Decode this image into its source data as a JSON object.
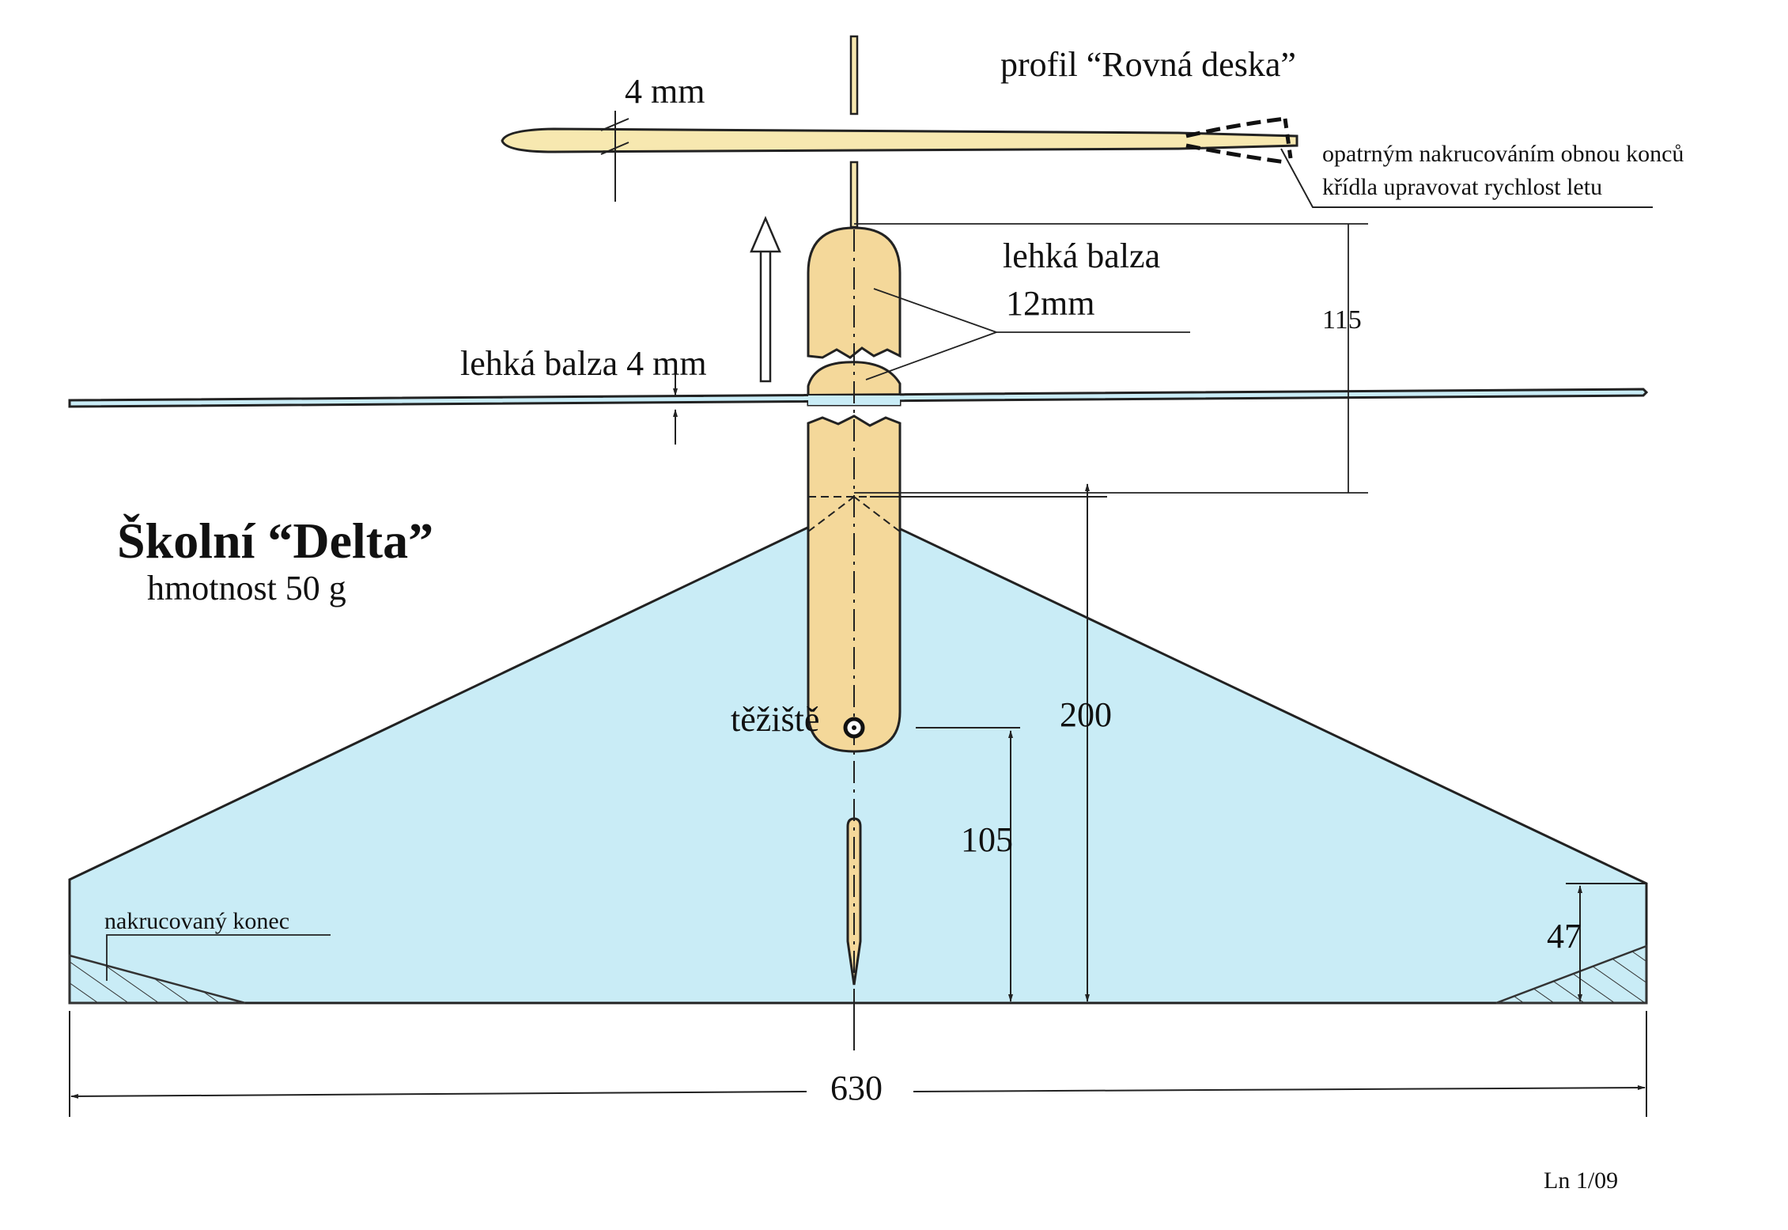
{
  "title": "Školní “Delta”",
  "mass": "hmotnost  50 g",
  "profile_label": "profil “Rovná deska”",
  "thickness_4mm": "4 mm",
  "twist_note_line1": "opatrným nakrucováním obnou konců",
  "twist_note_line2": "křídla upravovat rychlost letu",
  "fuselage_label_line1": "lehká balza",
  "fuselage_label_line2": "12mm",
  "wing_label": "lehká balza 4 mm",
  "cg_label": "těžiště",
  "twisted_tip_label": "nakrucovaný konec",
  "dims": {
    "d115": "115",
    "d200": "200",
    "d105": "105",
    "d47": "47",
    "d630": "630"
  },
  "footer": "Ln 1/09",
  "colors": {
    "wing_fill": "#c9ecf6",
    "balsa_fill": "#f4d89a",
    "profile_fill": "#f7e8b0",
    "line": "#222222"
  }
}
